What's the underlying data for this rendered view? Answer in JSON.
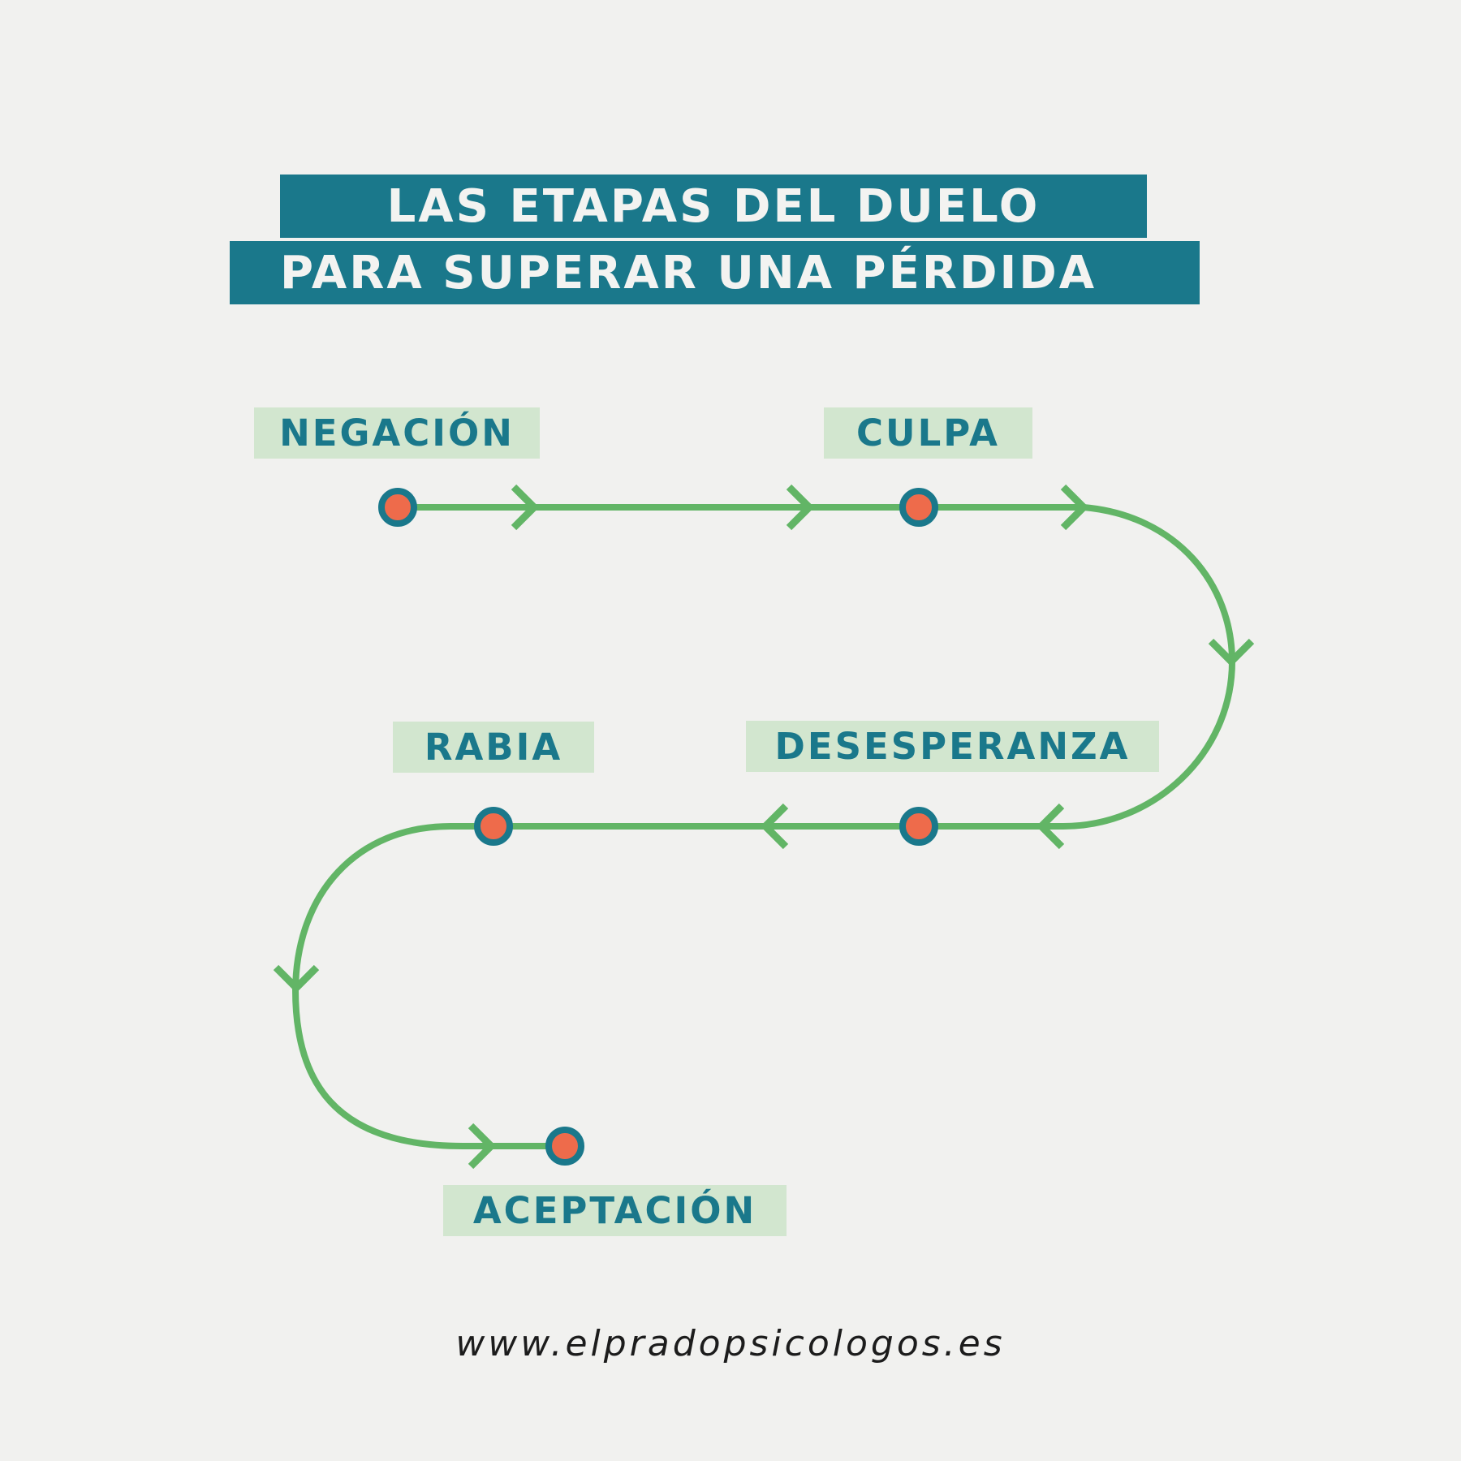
{
  "title": {
    "line1": "LAS ETAPAS DEL DUELO",
    "line2": "PARA SUPERAR UNA PÉRDIDA"
  },
  "stages": [
    {
      "label": "NEGACIÓN",
      "order": 1
    },
    {
      "label": "CULPA",
      "order": 2
    },
    {
      "label": "DESESPERANZA",
      "order": 3
    },
    {
      "label": "RABIA",
      "order": 4
    },
    {
      "label": "ACEPTACIÓN",
      "order": 5
    }
  ],
  "colors": {
    "background": "#f1f1ef",
    "title_bar": "#1a788b",
    "title_text": "#f3f3f1",
    "label_bg": "#d2e6cf",
    "label_text": "#1a788b",
    "path_line": "#62b566",
    "node_ring": "#1a788b",
    "node_fill": "#ee6b4b"
  },
  "footer": {
    "url": "www.elpradopsicologos.es"
  }
}
